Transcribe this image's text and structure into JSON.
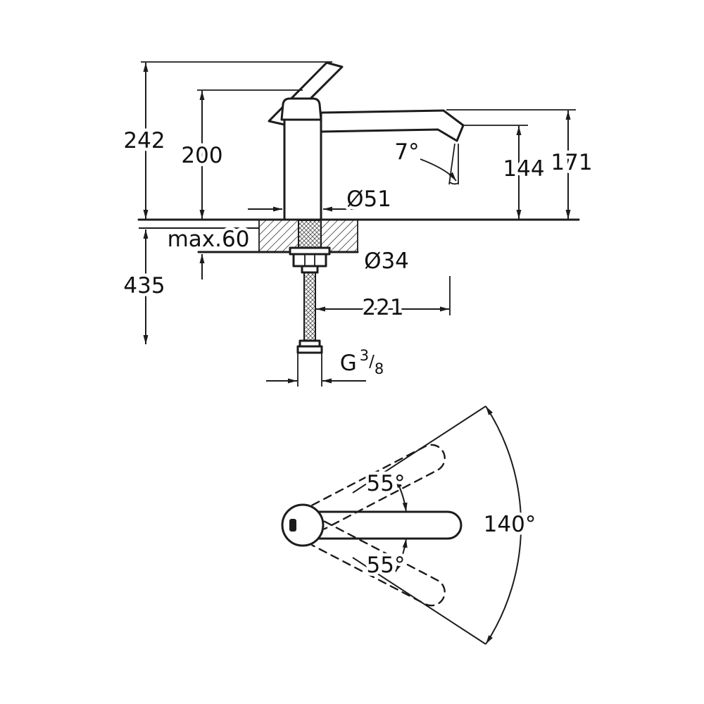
{
  "meta": {
    "background": "#ffffff",
    "ink": "#1c1c1c"
  },
  "side_view": {
    "dim_overall_height": "242",
    "dim_body_height": "200",
    "dim_spout_angle": "7°",
    "dim_outlet_height": "144",
    "dim_spout_top_height": "171",
    "dim_body_diameter": "Ø51",
    "dim_counter_thickness": "max.60",
    "dim_hole_diameter": "Ø34",
    "dim_hose_length": "435",
    "dim_reach": "221",
    "thread": {
      "prefix": "G",
      "sup": "3",
      "slash": "/",
      "sub": "8"
    }
  },
  "top_view": {
    "dim_swivel_upper": "55°",
    "dim_swivel_lower": "55°",
    "dim_swivel_total": "140°"
  }
}
